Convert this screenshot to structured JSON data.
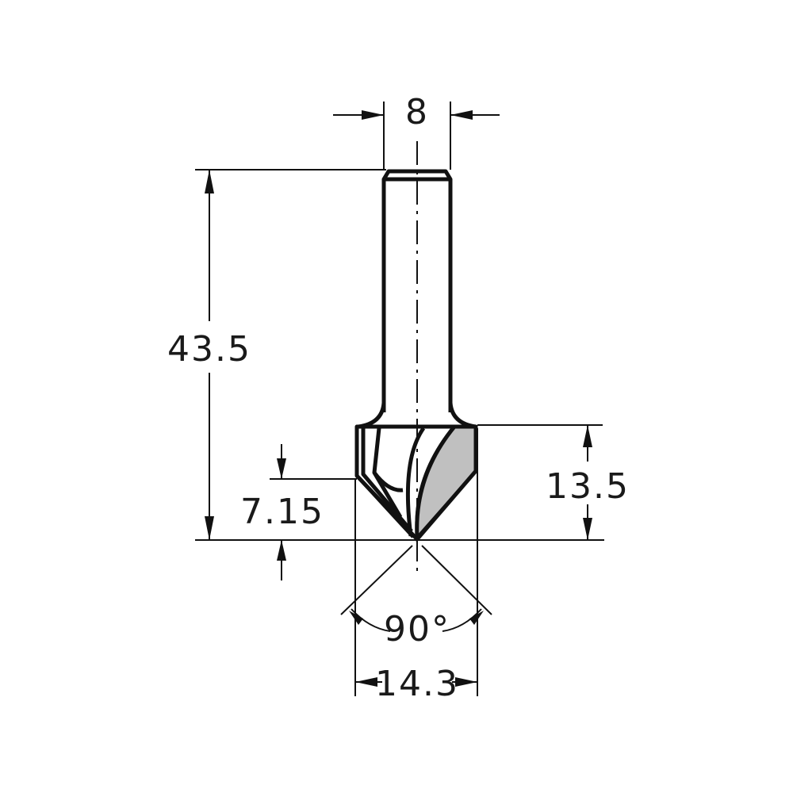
{
  "drawing": {
    "subject": "V-groove router bit",
    "colors": {
      "line": "#111111",
      "shade": "#c0c0c0",
      "background": "#ffffff"
    },
    "dimensions": {
      "shank_diameter": "8",
      "overall_length": "43.5",
      "cutting_height": "13.5",
      "chamfer_height": "7.15",
      "cutting_angle": "90°",
      "cutting_diameter": "14.3"
    }
  }
}
